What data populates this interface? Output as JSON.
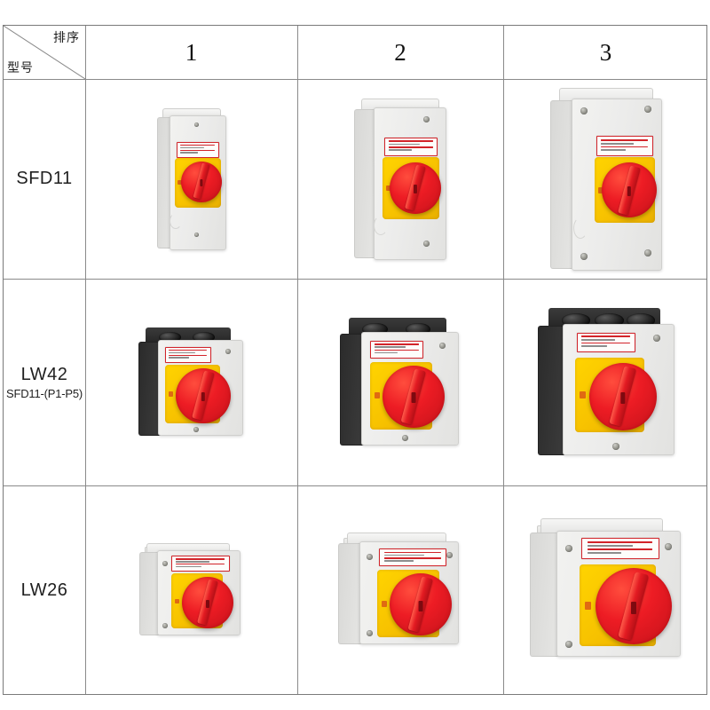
{
  "table": {
    "corner": {
      "column_axis_label": "排序",
      "row_axis_label": "型号"
    },
    "column_headers": [
      "1",
      "2",
      "3"
    ],
    "rows": [
      {
        "model": "SFD11",
        "model_sub": "",
        "cells": [
          {
            "size": "small",
            "style": "gray-enclosure"
          },
          {
            "size": "medium",
            "style": "gray-enclosure"
          },
          {
            "size": "large",
            "style": "gray-enclosure"
          }
        ]
      },
      {
        "model": "LW42",
        "model_sub": "SFD11-(P1-P5)",
        "cells": [
          {
            "size": "small",
            "style": "black-hood-enclosure"
          },
          {
            "size": "medium",
            "style": "black-hood-enclosure"
          },
          {
            "size": "large",
            "style": "black-hood-enclosure"
          }
        ]
      },
      {
        "model": "LW26",
        "model_sub": "",
        "cells": [
          {
            "size": "small",
            "style": "gray-lug-enclosure"
          },
          {
            "size": "medium",
            "style": "gray-lug-enclosure"
          },
          {
            "size": "large",
            "style": "gray-lug-enclosure"
          }
        ]
      }
    ]
  },
  "colors": {
    "knob_red": "#ed1c24",
    "plate_yellow": "#ffd400",
    "enclosure_gray": "#ececeb",
    "hood_black": "#2b2b2b",
    "grid_line": "#8a8a8a",
    "background": "#ffffff"
  }
}
